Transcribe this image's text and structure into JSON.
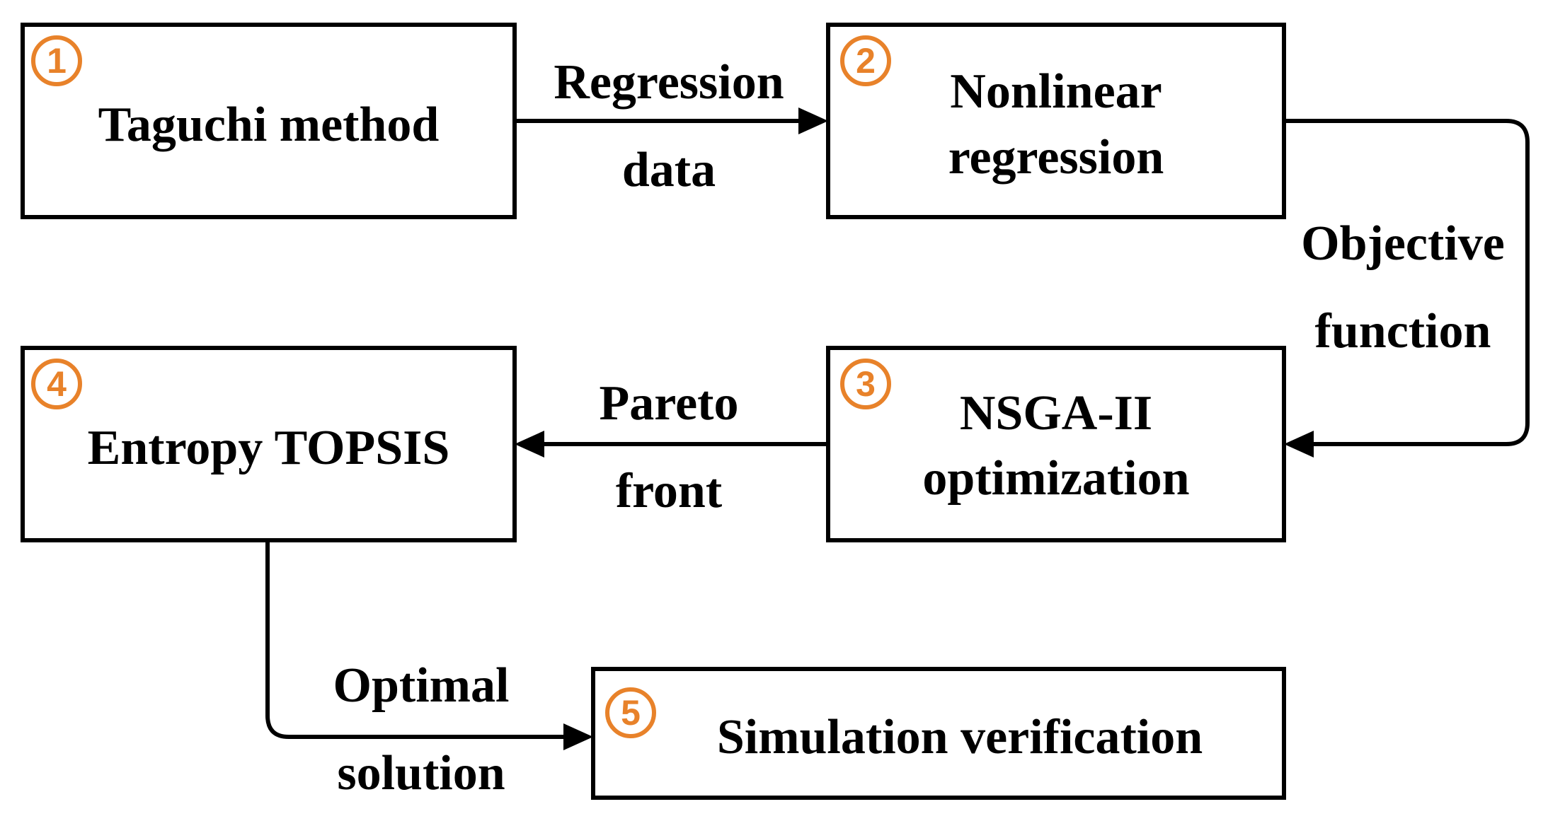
{
  "colors": {
    "badge": "#E8822A",
    "line": "#000000",
    "box_border": "#000000"
  },
  "steps": [
    {
      "number": "1",
      "lines": [
        "Taguchi method"
      ]
    },
    {
      "number": "2",
      "lines": [
        "Nonlinear",
        "regression"
      ]
    },
    {
      "number": "3",
      "lines": [
        "NSGA-II",
        "optimization"
      ]
    },
    {
      "number": "4",
      "lines": [
        "Entropy TOPSIS"
      ]
    },
    {
      "number": "5",
      "lines": [
        "Simulation verification"
      ]
    }
  ],
  "edges": [
    {
      "from": "1",
      "to": "2",
      "label": [
        "Regression",
        "data"
      ]
    },
    {
      "from": "2",
      "to": "3",
      "label": [
        "Objective",
        "function"
      ]
    },
    {
      "from": "3",
      "to": "4",
      "label": [
        "Pareto",
        "front"
      ]
    },
    {
      "from": "4",
      "to": "5",
      "label": [
        "Optimal",
        "solution"
      ]
    }
  ]
}
